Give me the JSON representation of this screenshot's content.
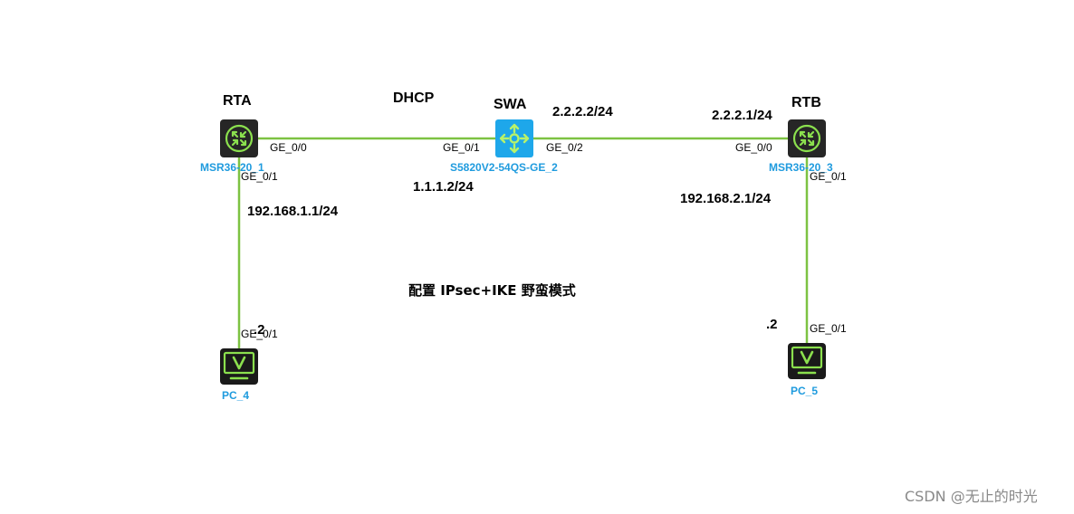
{
  "colors": {
    "link": "#7dc242",
    "device_name": "#1f9bde",
    "router_body": "#262626",
    "router_glow": "#8be04e",
    "switch_body": "#1ea7ea",
    "switch_arrow": "#b8f26a",
    "pc_screen": "#1a1a1a",
    "pc_glow": "#8be04e"
  },
  "devices": {
    "rta": {
      "role": "RTA",
      "name": "MSR36-20_1",
      "icon": "router-icon",
      "port_up": "GE_0/0",
      "port_down": "GE_0/1",
      "lan_ip": "192.168.1.1/24"
    },
    "swa": {
      "role": "SWA",
      "name": "S5820V2-54QS-GE_2",
      "icon": "switch-icon",
      "port_left": "GE_0/1",
      "port_right": "GE_0/2",
      "left_ip": "1.1.1.2/24",
      "right_ip": "2.2.2.2/24"
    },
    "rtb": {
      "role": "RTB",
      "name": "MSR36-20_3",
      "icon": "router-icon",
      "port_up": "GE_0/0",
      "port_down": "GE_0/1",
      "wan_ip": "2.2.2.1/24",
      "lan_ip": "192.168.2.1/24"
    },
    "pc4": {
      "name": "PC_4",
      "icon": "pc-monitor-icon",
      "port": "GE_0/1",
      "host": ".2"
    },
    "pc5": {
      "name": "PC_5",
      "icon": "pc-monitor-icon",
      "port": "GE_0/1",
      "host": ".2"
    }
  },
  "labels": {
    "dhcp": "DHCP",
    "note": "配置 IPsec+IKE 野蛮模式",
    "watermark": "CSDN @无止的时光"
  }
}
